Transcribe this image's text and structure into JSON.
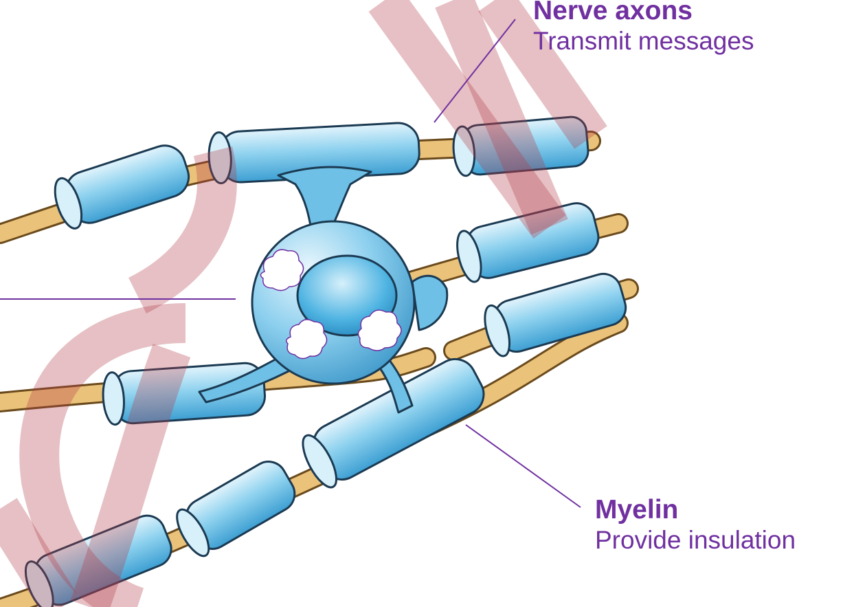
{
  "labels": {
    "nerve_axons": {
      "title": "Nerve axons",
      "desc": "Transmit messages"
    },
    "myelin": {
      "title": "Myelin",
      "desc": "Provide insulation"
    }
  },
  "colors": {
    "label_text": "#7030a0",
    "leader_line": "#7030a0",
    "axon_fill": "#eac27a",
    "axon_stroke": "#6a4a1c",
    "myelin_fill": "#7ecbe9",
    "myelin_light": "#d8f0fa",
    "myelin_dark": "#3a9fd0",
    "outline": "#1b3a52",
    "watermark": "#b23c46"
  },
  "icons": {
    "cell_body": "oligodendrocyte-cell-body-icon",
    "watermark": "watermark-glyph-icon"
  }
}
